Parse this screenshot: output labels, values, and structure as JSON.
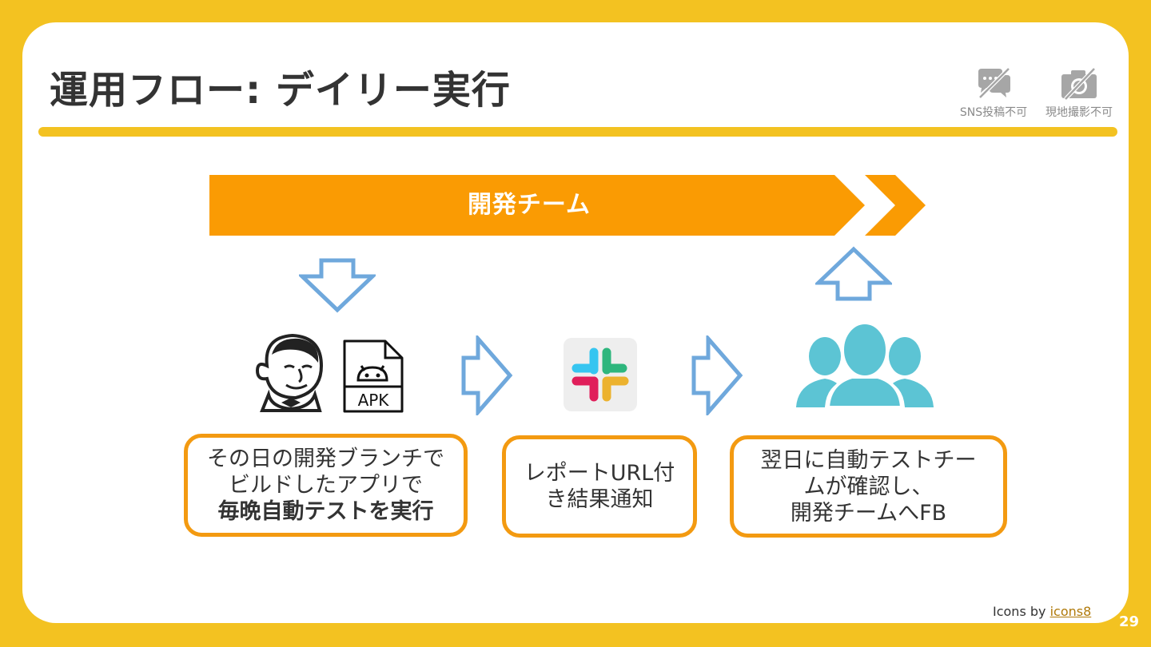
{
  "slide": {
    "title": "運用フロー: デイリー実行",
    "page_number": "29"
  },
  "notices": [
    {
      "label": "SNS投稿不可",
      "icon": "no-sns-icon"
    },
    {
      "label": "現地撮影不可",
      "icon": "no-camera-icon"
    }
  ],
  "banner": {
    "label": "開発チーム"
  },
  "icons": {
    "jenkins": "jenkins-icon",
    "apk": "apk-file-icon",
    "apk_label": "APK",
    "slack": "slack-icon",
    "team": "team-icon"
  },
  "steps": [
    {
      "line1": "その日の開発ブランチで",
      "line2": "ビルドしたアプリで",
      "line3": "毎晩自動テストを実行"
    },
    {
      "line1": "レポートURL付",
      "line2": "き結果通知"
    },
    {
      "line1": "翌日に自動テストチー",
      "line2": "ムが確認し、",
      "line3": "開発チームへFB"
    }
  ],
  "credit": {
    "prefix": "Icons by ",
    "link": "icons8"
  },
  "colors": {
    "background": "#F3C221",
    "banner": "#FA9B03",
    "box_border": "#F39A11",
    "arrow": "#6FA8DC",
    "team": "#5CC4D4"
  }
}
